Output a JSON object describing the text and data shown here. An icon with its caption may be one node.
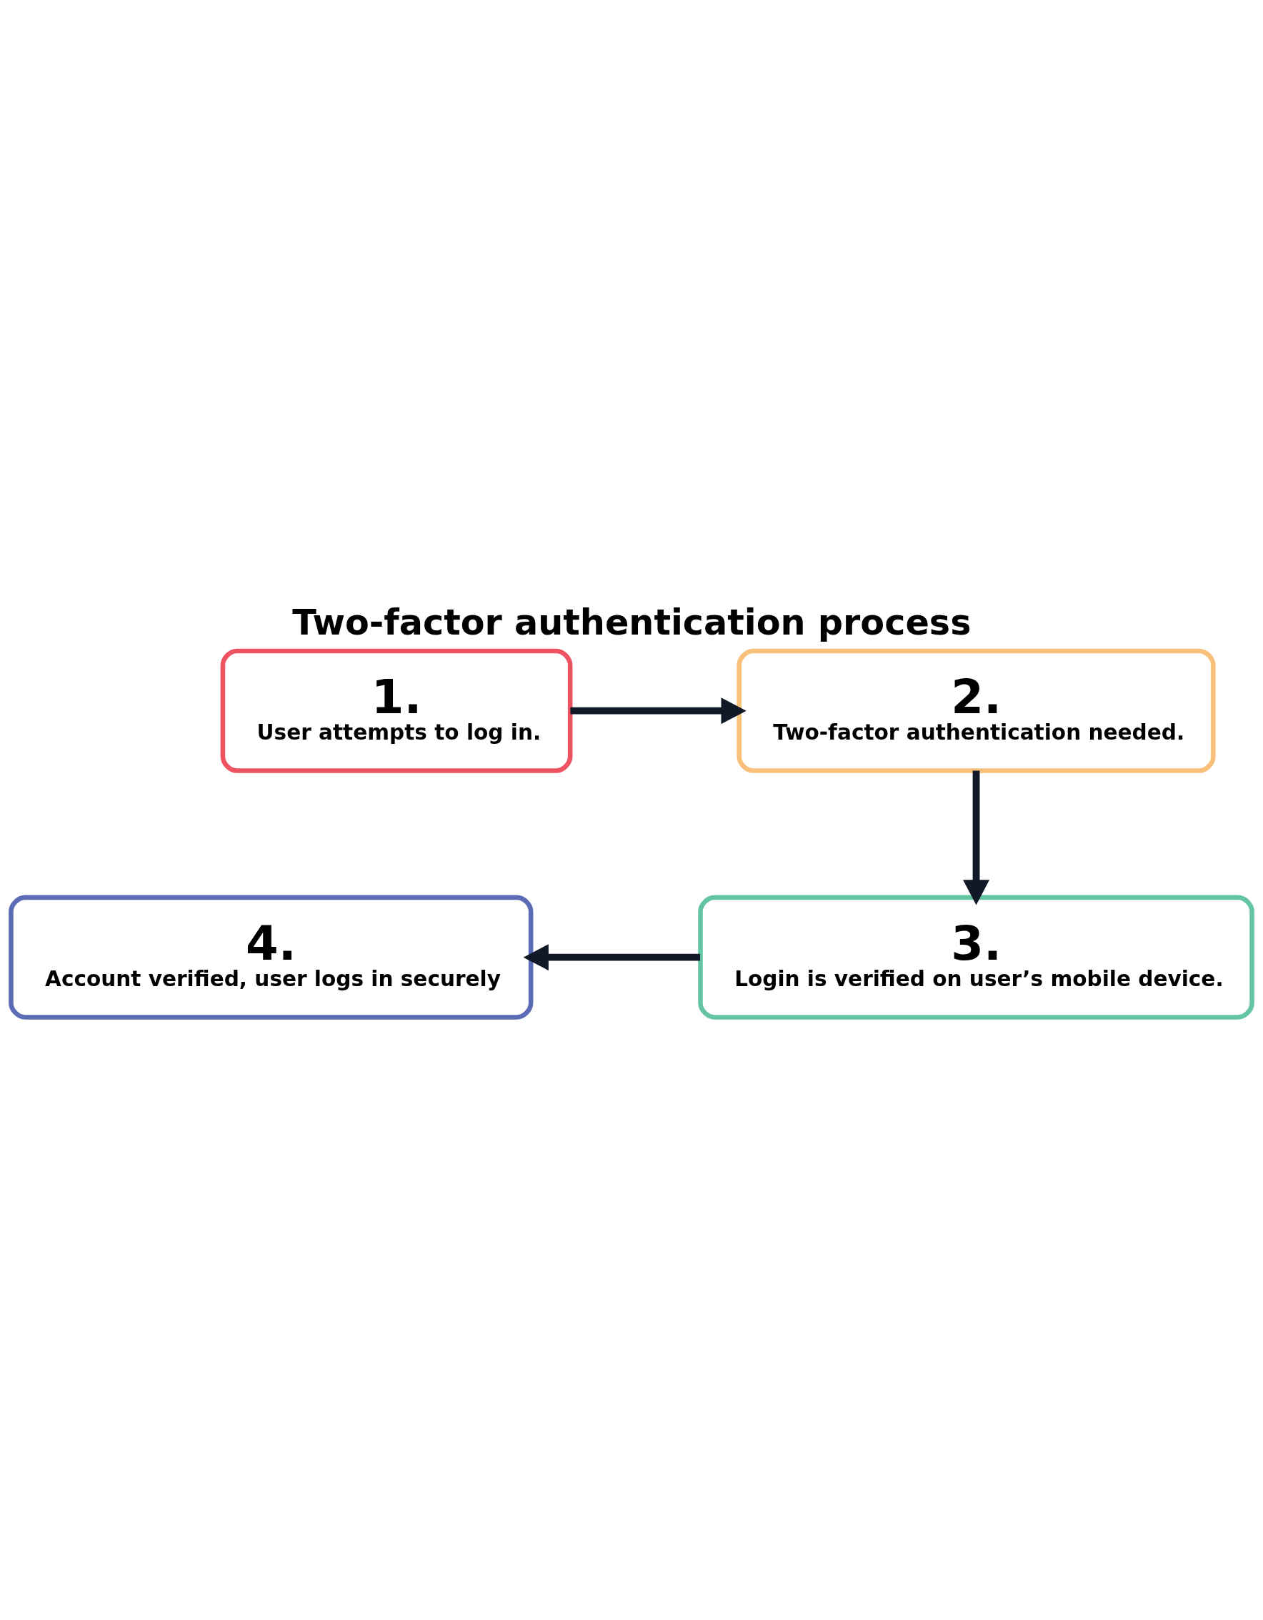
{
  "diagram": {
    "title": "Two-factor authentication process",
    "nodes": [
      {
        "text": [
          "1.",
          "User attempts to log in."
        ]
      },
      {
        "text": [
          "2.",
          "Two-factor authentication needed."
        ]
      },
      {
        "text": [
          "3.",
          "Login is verified on user’s mobile device."
        ]
      },
      {
        "text": [
          "4.",
          "Account verified, user logs in securely"
        ]
      }
    ],
    "edges": [
      {
        "from": 0,
        "to": 1,
        "arrow": "to"
      },
      {
        "from": 1,
        "to": 2,
        "arrow": "to"
      },
      {
        "from": 2,
        "to": 3,
        "arrow": "to"
      }
    ]
  }
}
